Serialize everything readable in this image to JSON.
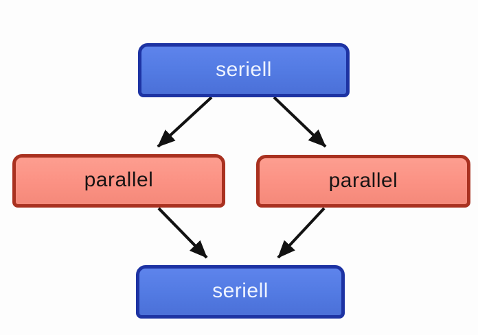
{
  "diagram": {
    "title": "",
    "background_color": "#fdfdfd",
    "nodes": [
      {
        "id": "seriell-top",
        "label": "seriell",
        "kind": "serial",
        "fill": "#527ae2",
        "border": "#1d33a3",
        "text_color": "#eef3ff"
      },
      {
        "id": "parallel-left",
        "label": "parallel",
        "kind": "parallel",
        "fill": "#fb9183",
        "border": "#a93120",
        "text_color": "#181414"
      },
      {
        "id": "parallel-right",
        "label": "parallel",
        "kind": "parallel",
        "fill": "#fb9183",
        "border": "#a93120",
        "text_color": "#181414"
      },
      {
        "id": "seriell-bottom",
        "label": "seriell",
        "kind": "serial",
        "fill": "#527ae2",
        "border": "#1d33a3",
        "text_color": "#eef3ff"
      }
    ],
    "edges": [
      {
        "from": "seriell-top",
        "to": "parallel-left"
      },
      {
        "from": "seriell-top",
        "to": "parallel-right"
      },
      {
        "from": "parallel-left",
        "to": "seriell-bottom"
      },
      {
        "from": "parallel-right",
        "to": "seriell-bottom"
      }
    ],
    "arrow_color": "#121212"
  }
}
